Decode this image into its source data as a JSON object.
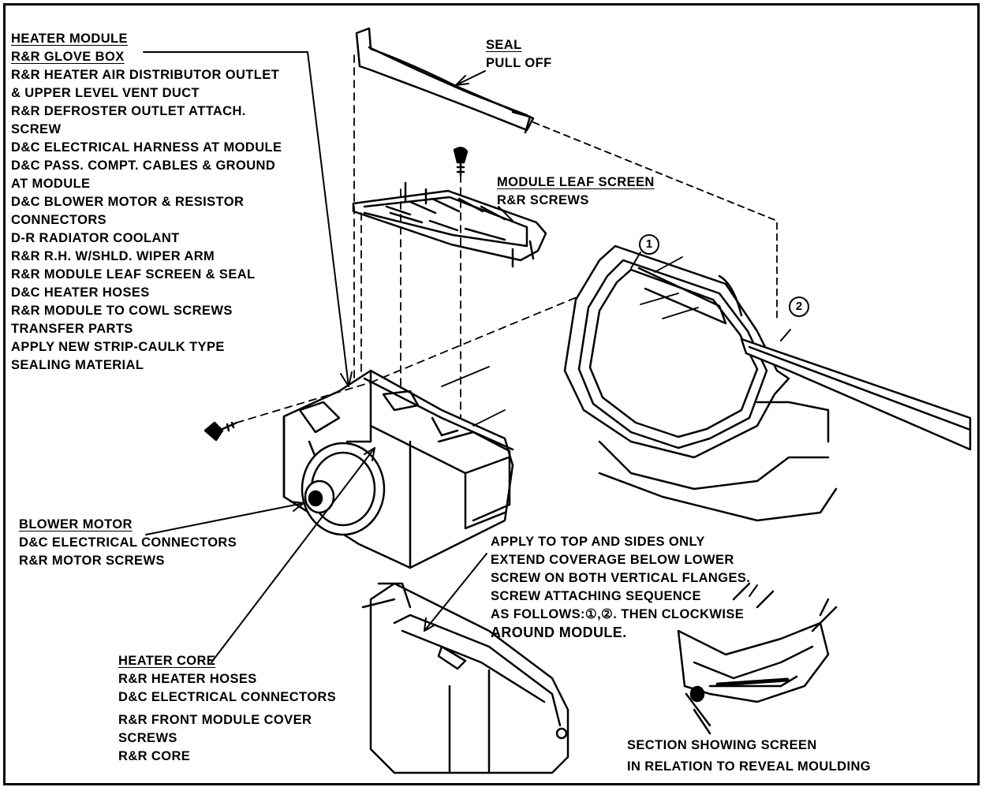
{
  "heater_module": {
    "title": "HEATER MODULE",
    "steps": [
      "R&R GLOVE BOX",
      "R&R HEATER AIR DISTRIBUTOR OUTLET",
      "& UPPER LEVEL VENT DUCT",
      "R&R DEFROSTER OUTLET ATTACH.",
      "SCREW",
      "D&C ELECTRICAL HARNESS AT MODULE",
      "D&C PASS. COMPT. CABLES & GROUND",
      "AT MODULE",
      "D&C BLOWER MOTOR & RESISTOR",
      "CONNECTORS",
      "D-R RADIATOR COOLANT",
      "R&R R.H. W/SHLD. WIPER ARM",
      "R&R MODULE LEAF SCREEN & SEAL",
      "D&C HEATER HOSES",
      "R&R MODULE TO COWL SCREWS",
      "TRANSFER PARTS",
      "APPLY NEW STRIP-CAULK TYPE",
      "SEALING MATERIAL"
    ]
  },
  "seal": {
    "title": "SEAL",
    "step": "PULL OFF"
  },
  "leaf_screen": {
    "title": "MODULE LEAF SCREEN",
    "step": "R&R SCREWS"
  },
  "blower_motor": {
    "title": "BLOWER MOTOR",
    "steps": [
      "D&C ELECTRICAL CONNECTORS",
      "R&R MOTOR SCREWS"
    ]
  },
  "heater_core": {
    "title": "HEATER CORE",
    "steps": [
      "R&R HEATER HOSES",
      "D&C ELECTRICAL CONNECTORS",
      "R&R FRONT MODULE COVER",
      "SCREWS",
      "R&R CORE"
    ]
  },
  "sealing_note": {
    "lines": [
      "APPLY TO TOP AND SIDES ONLY",
      "EXTEND COVERAGE BELOW LOWER",
      "SCREW ON BOTH VERTICAL FLANGES.",
      "SCREW ATTACHING SEQUENCE",
      "AS FOLLOWS:①,②. THEN CLOCKWISE",
      "AROUND MODULE."
    ]
  },
  "section_caption": {
    "lines": [
      "SECTION SHOWING SCREEN",
      "IN RELATION TO REVEAL MOULDING"
    ]
  },
  "callouts": {
    "one": "1",
    "two": "2"
  }
}
